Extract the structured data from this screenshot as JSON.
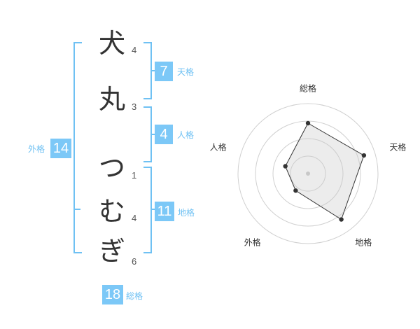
{
  "name": {
    "characters": [
      {
        "char": "犬",
        "strokes": "4"
      },
      {
        "char": "丸",
        "strokes": "3"
      },
      {
        "char": "つ",
        "strokes": "1"
      },
      {
        "char": "む",
        "strokes": "4"
      },
      {
        "char": "ぎ",
        "strokes": "6"
      }
    ]
  },
  "kaku": {
    "tenkaku": {
      "value": "7",
      "label": "天格"
    },
    "jinkaku": {
      "value": "4",
      "label": "人格"
    },
    "chikaku": {
      "value": "11",
      "label": "地格"
    },
    "gaikaku": {
      "value": "14",
      "label": "外格"
    },
    "soukaku": {
      "value": "18",
      "label": "総格"
    }
  },
  "colors": {
    "accent": "#7cc8f7",
    "bracket": "#6fc1f3",
    "text": "#333333"
  },
  "chart_data": {
    "type": "radar",
    "axes": [
      "総格",
      "天格",
      "地格",
      "外格",
      "人格"
    ],
    "values": [
      0.72,
      0.84,
      0.81,
      0.3,
      0.34
    ],
    "rings": 4
  }
}
